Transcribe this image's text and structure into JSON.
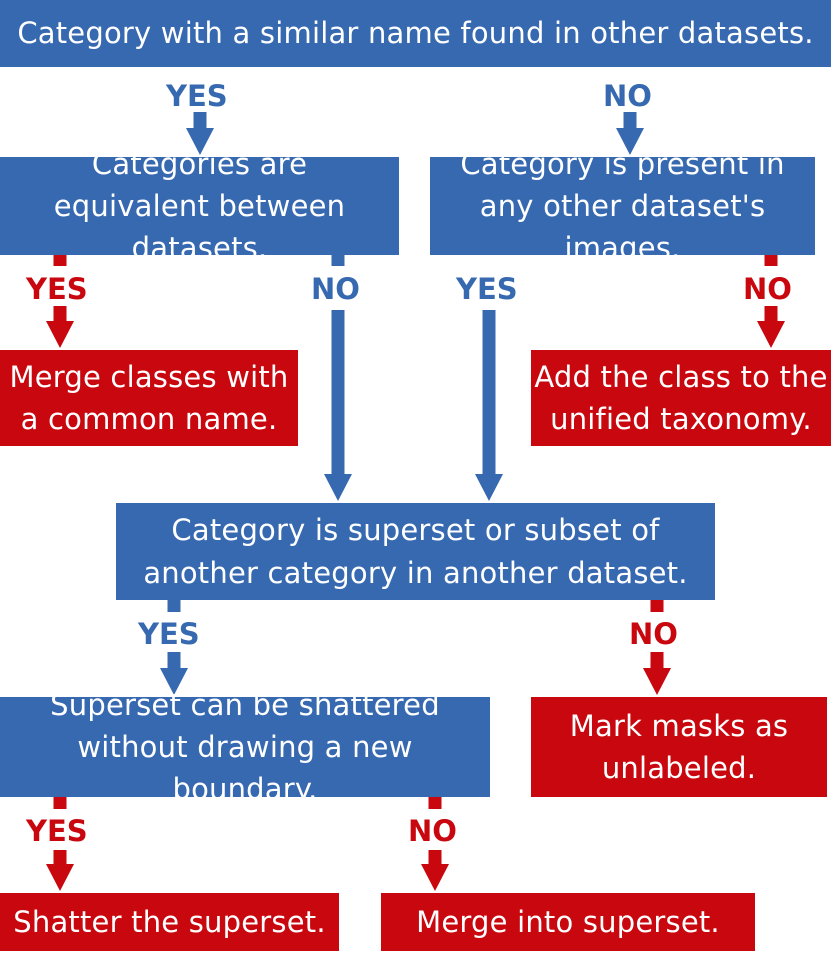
{
  "nodes": {
    "n1": "Category with a similar name found in other datasets.",
    "n2": "Categories are equivalent between datasets.",
    "n3": "Category is present in any other dataset's images.",
    "n4": "Merge classes with a common name.",
    "n5": "Add the class to the unified taxonomy.",
    "n6": "Category is superset or subset of another category in another dataset.",
    "n7": "Superset can be shattered without drawing a new boundary.",
    "n8": "Mark masks as unlabeled.",
    "n9": "Shatter the superset.",
    "n10": "Merge into superset."
  },
  "labels": {
    "yes": "YES",
    "no": "NO"
  },
  "colors": {
    "decision_blue": "#3769b1",
    "action_red": "#c9070e"
  }
}
